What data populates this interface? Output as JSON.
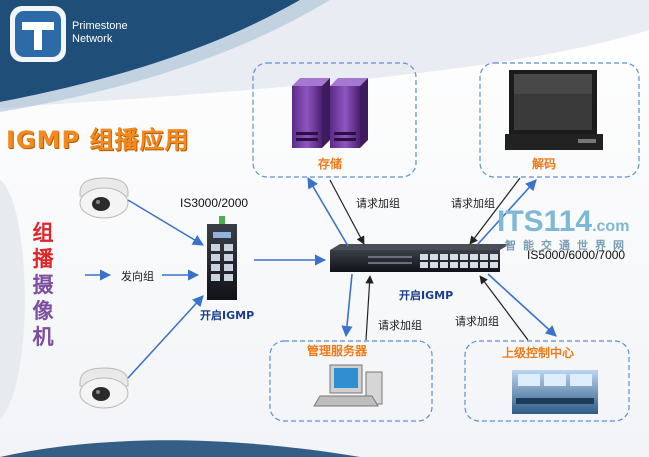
{
  "brand": {
    "line1": "Primestone",
    "line2": "Network"
  },
  "title": "IGMP 组播应用",
  "camera_group": {
    "chars": [
      "组",
      "播",
      "摄",
      "像",
      "机"
    ]
  },
  "labels": {
    "send_group": "发向组",
    "access_switch_model": "IS3000/2000",
    "access_switch_igmp": "开启IGMP",
    "core_switch_model": "IS5000/6000/7000",
    "core_switch_igmp": "开启IGMP",
    "join_storage": "请求加组",
    "join_decoder": "请求加组",
    "join_mgmt": "请求加组",
    "join_control": "请求加组"
  },
  "boxes": {
    "storage": "存储",
    "decoder": "解码",
    "mgmt_server": "管理服务器",
    "control_center": "上级控制中心"
  },
  "watermark": {
    "main": "ITS114",
    "suffix": ".com",
    "sub": "智能交通世界网"
  },
  "colors": {
    "title_orange": "#f28a1e",
    "arrow_blue": "#3a73c9",
    "dashed_box": "#5b8fd6",
    "brand_navy": "#1f4e79"
  }
}
